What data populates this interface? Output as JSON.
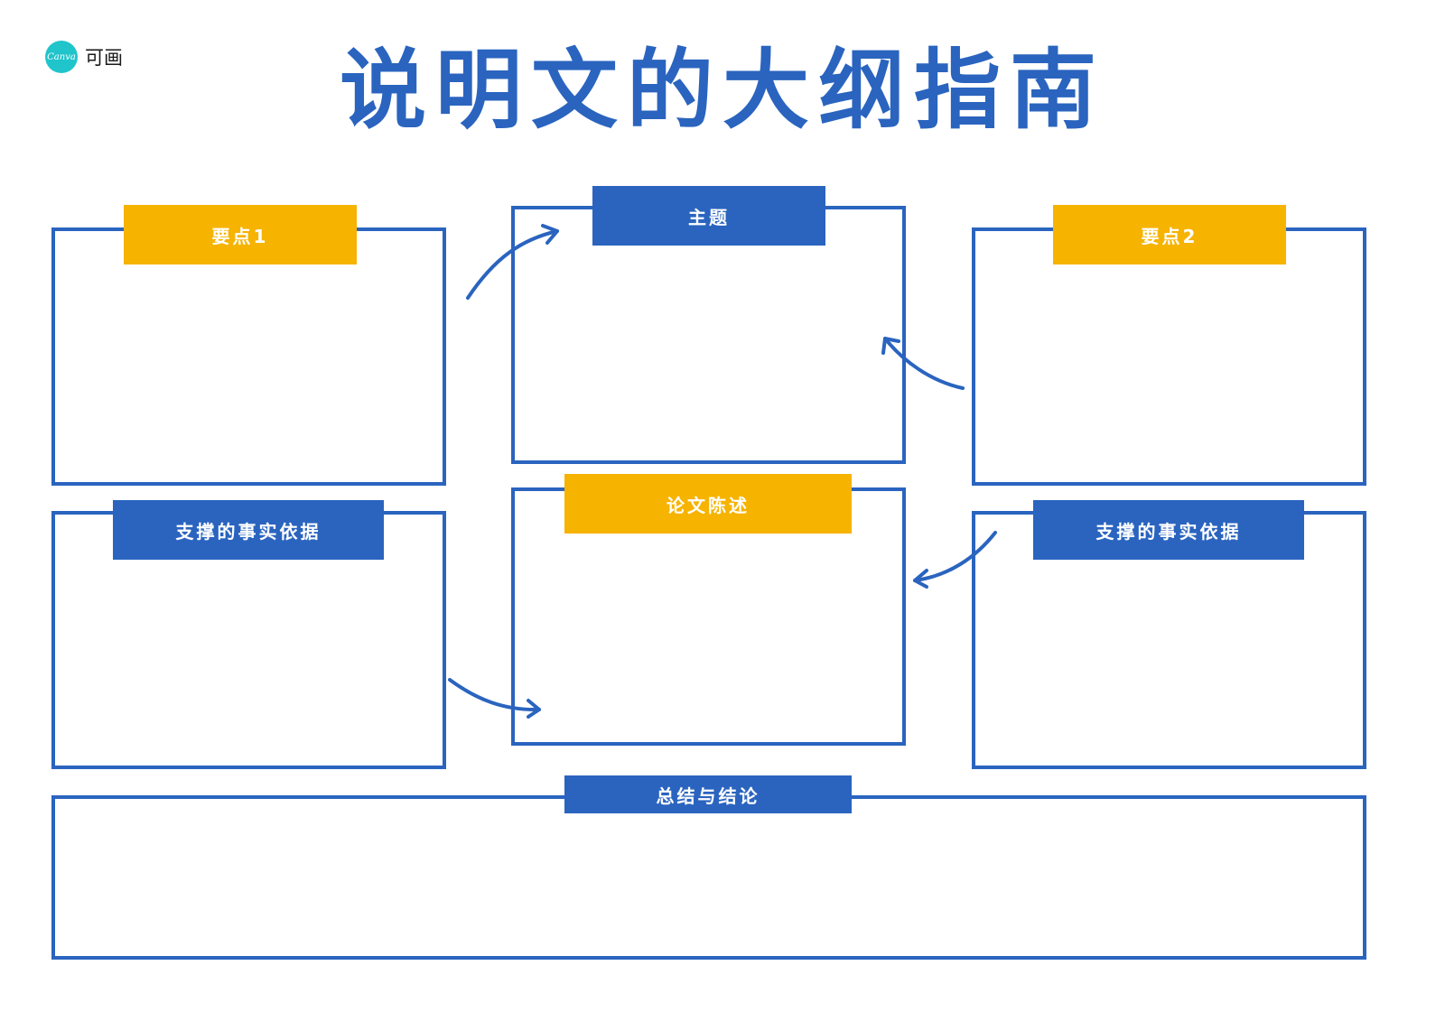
{
  "logo": {
    "brand_mark": "Canva",
    "brand_text": "可画",
    "icon": "canva-logo-icon"
  },
  "title": "说明文的大纲指南",
  "sections": {
    "point1": "要点1",
    "topic": "主题",
    "point2": "要点2",
    "support_left": "支撑的事实依据",
    "thesis": "论文陈述",
    "support_right": "支撑的事实依据",
    "conclusion": "总结与结论"
  },
  "colors": {
    "primary_blue": "#2a64bf",
    "accent_yellow": "#f6b300",
    "logo_teal": "#20c4cb"
  }
}
